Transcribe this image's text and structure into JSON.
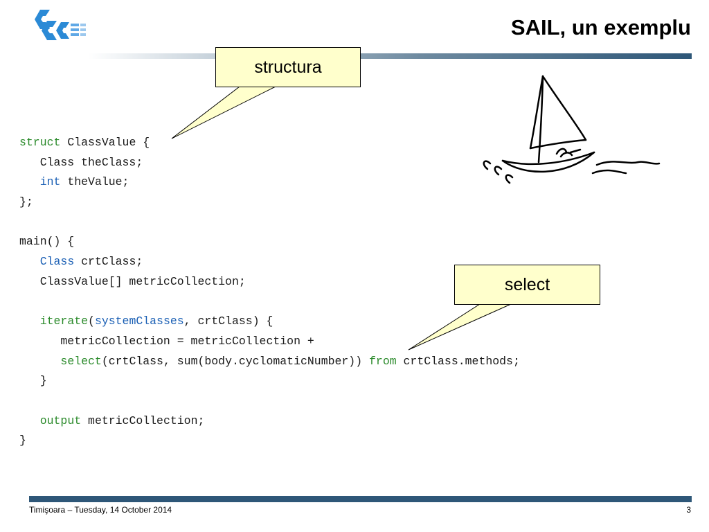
{
  "slide": {
    "title": "SAIL, un exemplu",
    "footer": "Timişoara – Tuesday, 14 October 2014",
    "page_number": "3"
  },
  "callouts": [
    {
      "text": "structura"
    },
    {
      "text": "select"
    }
  ],
  "code": {
    "lines": [
      [
        [
          "kw",
          "struct"
        ],
        [
          "",
          " ClassValue {"
        ]
      ],
      [
        [
          "",
          "   Class theClass;"
        ]
      ],
      [
        [
          "",
          "   "
        ],
        [
          "fn",
          "int"
        ],
        [
          "",
          " theValue;"
        ]
      ],
      [
        [
          "",
          "};"
        ]
      ],
      [
        [
          "",
          ""
        ]
      ],
      [
        [
          "",
          "main() {"
        ]
      ],
      [
        [
          "",
          "   "
        ],
        [
          "fn",
          "Class"
        ],
        [
          "",
          " crtClass;"
        ]
      ],
      [
        [
          "",
          "   ClassValue[] metricCollection;"
        ]
      ],
      [
        [
          "",
          ""
        ]
      ],
      [
        [
          "",
          "   "
        ],
        [
          "kw",
          "iterate"
        ],
        [
          "",
          "("
        ],
        [
          "fn",
          "systemClasses"
        ],
        [
          "",
          ", crtClass) {"
        ]
      ],
      [
        [
          "",
          "      metricCollection = metricCollection +"
        ]
      ],
      [
        [
          "",
          "      "
        ],
        [
          "kw",
          "select"
        ],
        [
          "",
          "(crtClass, sum(body.cyclomaticNumber)) "
        ],
        [
          "kw",
          "from"
        ],
        [
          "",
          " crtClass.methods;"
        ]
      ],
      [
        [
          "",
          "   }"
        ]
      ],
      [
        [
          "",
          ""
        ]
      ],
      [
        [
          "",
          "   "
        ],
        [
          "kw",
          "output"
        ],
        [
          "",
          " metricCollection;"
        ]
      ],
      [
        [
          "",
          "}"
        ]
      ]
    ]
  },
  "colors": {
    "keyword": "#2a8a2a",
    "type": "#1a5fb4",
    "callout_fill": "#ffffcc",
    "footer_bar": "#2e5778"
  },
  "icons": {
    "logo": "university-logo-icon",
    "illustration": "sailboat-icon"
  }
}
